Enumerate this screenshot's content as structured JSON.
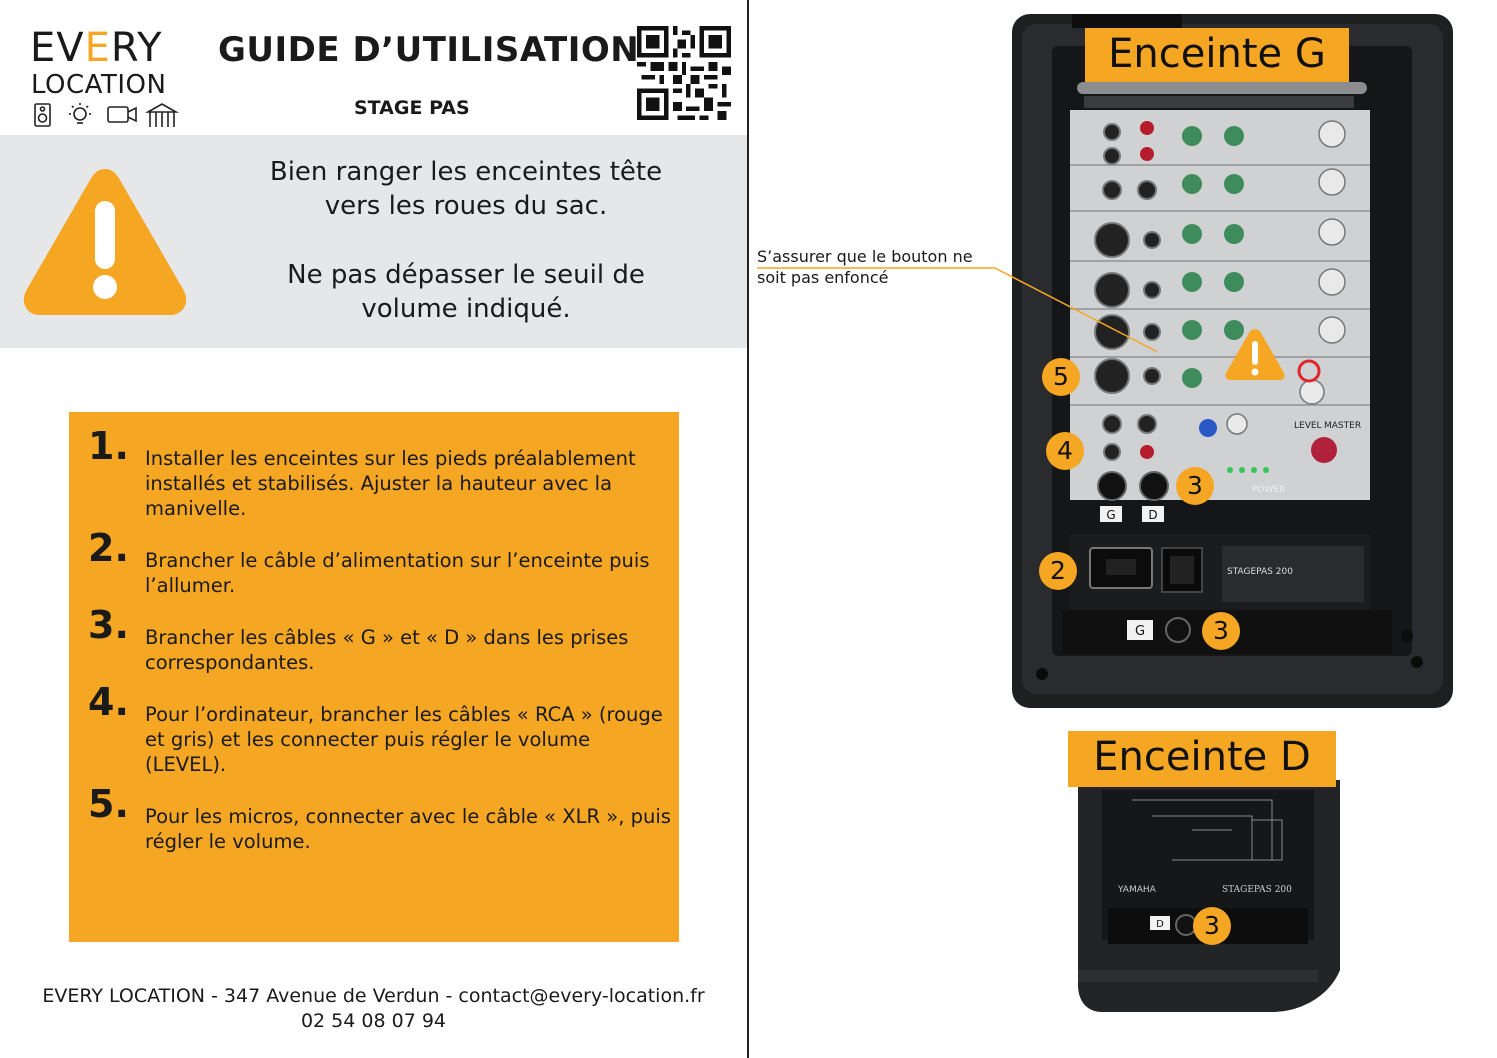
{
  "brand": {
    "name_part1": "EV",
    "name_accent": "E",
    "name_part2": "RY",
    "name_line2": "LOCATION",
    "accent_color": "#f5a623",
    "icons": [
      "speaker-icon",
      "bulb-icon",
      "camera-icon",
      "tent-icon"
    ]
  },
  "header": {
    "title": "GUIDE D’UTILISATION",
    "subtitle": "STAGE PAS",
    "qr_icon": "qr-code-icon"
  },
  "warning": {
    "icon": "warning-triangle-icon",
    "line1": "Bien ranger les enceintes tête vers les roues du sac.",
    "line2": "Ne pas dépasser le seuil de volume indiqué."
  },
  "steps": [
    {
      "num": "1.",
      "text": "Installer les enceintes sur les pieds préalablement installés et stabilisés. Ajuster la hauteur avec la manivelle."
    },
    {
      "num": "2.",
      "text": "Brancher le câble d’alimentation sur l’enceinte puis l’allumer."
    },
    {
      "num": "3.",
      "text": "Brancher les câbles « G » et « D » dans les prises correspondantes."
    },
    {
      "num": "4.",
      "text": "Pour l’ordinateur, brancher les câbles « RCA » (rouge et gris) et les connecter puis régler le volume (LEVEL)."
    },
    {
      "num": "5.",
      "text": "Pour les micros, connecter avec le câble « XLR », puis régler le volume."
    }
  ],
  "footer": {
    "line1": "EVERY LOCATION - 347 Avenue de Verdun - contact@every-location.fr",
    "line2": "02 54 08 07 94"
  },
  "right": {
    "label_g": "Enceinte G",
    "label_d": "Enceinte D",
    "note": "S’assurer que le bouton ne soit pas enfoncé",
    "panel_labels": {
      "g": "G",
      "d": "D",
      "master": "MASTER",
      "level": "LEVEL",
      "power": "POWER",
      "yamaha": "YAMAHA",
      "model": "STAGEPAS 200"
    },
    "badges": {
      "b5": "5",
      "b4": "4",
      "b3a": "3",
      "b2": "2",
      "b3b": "3",
      "b3c": "3"
    }
  }
}
